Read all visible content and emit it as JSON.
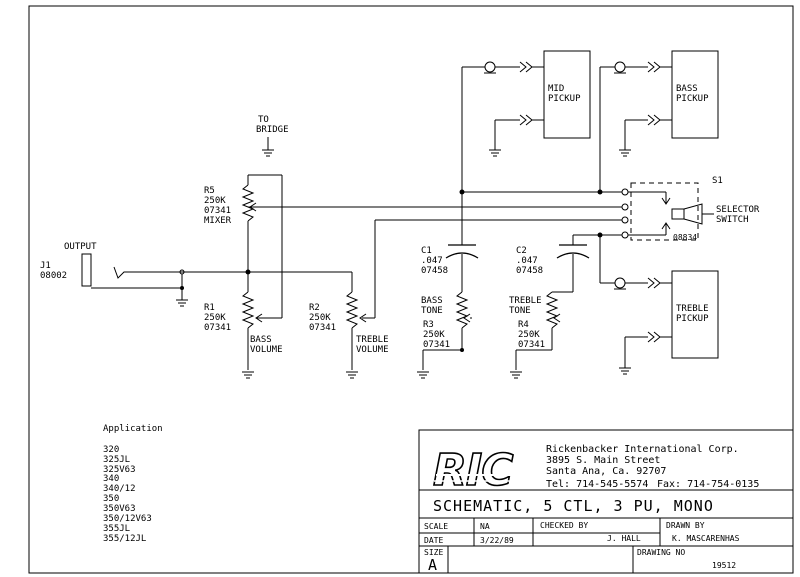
{
  "components": {
    "bridge": {
      "label_1": "TO",
      "label_2": "BRIDGE"
    },
    "output": {
      "label": "OUTPUT",
      "jack_ref": "J1",
      "jack_part": "08002"
    },
    "r5": {
      "ref": "R5",
      "value": "250K",
      "part": "07341",
      "name": "MIXER"
    },
    "r1": {
      "ref": "R1",
      "value": "250K",
      "part": "07341",
      "name_1": "BASS",
      "name_2": "VOLUME"
    },
    "r2": {
      "ref": "R2",
      "value": "250K",
      "part": "07341",
      "name_1": "TREBLE",
      "name_2": "VOLUME"
    },
    "c1": {
      "ref": "C1",
      "value": ".047",
      "part": "07458"
    },
    "c2": {
      "ref": "C2",
      "value": ".047",
      "part": "07458"
    },
    "r3": {
      "name_1": "BASS",
      "name_2": "TONE",
      "ref": "R3",
      "value": "250K",
      "part": "07341"
    },
    "r4": {
      "name_1": "TREBLE",
      "name_2": "TONE",
      "ref": "R4",
      "value": "250K",
      "part": "07341"
    },
    "mid_pickup": {
      "line1": "MID",
      "line2": "PICKUP"
    },
    "bass_pickup": {
      "line1": "BASS",
      "line2": "PICKUP"
    },
    "treble_pickup": {
      "line1": "TREBLE",
      "line2": "PICKUP"
    },
    "switch": {
      "ref": "S1",
      "line1": "SELECTOR",
      "line2": "SWITCH",
      "part": "08834"
    }
  },
  "applications": {
    "title": "Application",
    "models": [
      "320",
      "325JL",
      "325V63",
      "340",
      "340/12",
      "350",
      "350V63",
      "350/12V63",
      "355JL",
      "355/12JL"
    ]
  },
  "title_block": {
    "logo": "RIC",
    "company": "Rickenbacker International Corp.",
    "street": "3895 S. Main Street",
    "city": "Santa Ana, Ca. 92707",
    "phone": "Tel: 714-545-5574",
    "fax": "Fax: 714-754-0135",
    "title": "SCHEMATIC, 5 CTL, 3 PU, MONO",
    "scale_label": "SCALE",
    "scale_value": "NA",
    "date_label": "DATE",
    "date_value": "3/22/89",
    "checked_label": "CHECKED BY",
    "checked_value": "J. HALL",
    "drawn_label": "DRAWN BY",
    "drawn_value": "K. MASCARENHAS",
    "size_label": "SIZE",
    "size_value": "A",
    "drawing_no_label": "DRAWING NO",
    "drawing_no_value": "19512"
  }
}
